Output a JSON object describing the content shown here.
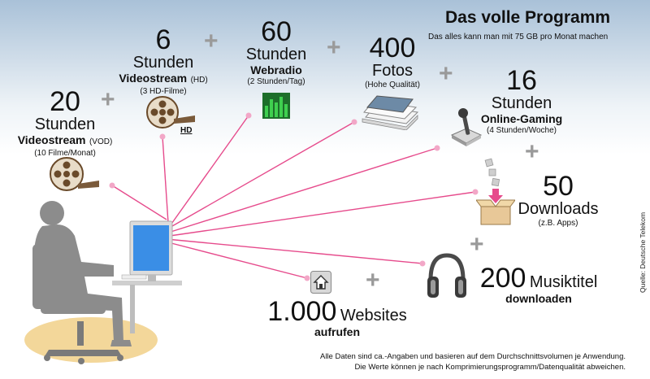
{
  "header": {
    "title": "Das volle Programm",
    "subtitle": "Das alles kann man mit 75 GB pro Monat machen"
  },
  "items": {
    "vod": {
      "number": "20",
      "unit": "Stunden",
      "label_bold": "Videostream",
      "label_extra": "(VOD)",
      "detail": "(10 Filme/Monat)"
    },
    "hd": {
      "number": "6",
      "unit": "Stunden",
      "label_bold": "Videostream",
      "label_extra": "(HD)",
      "detail": "(3 HD-Filme)"
    },
    "radio": {
      "number": "60",
      "unit": "Stunden",
      "label_bold": "Webradio",
      "detail": "(2 Stunden/Tag)"
    },
    "photos": {
      "number": "400",
      "unit": "Fotos",
      "detail": "(Hohe Qualität)"
    },
    "gaming": {
      "number": "16",
      "unit": "Stunden",
      "label_bold": "Online-Gaming",
      "detail": "(4 Stunden/Woche)"
    },
    "downloads": {
      "number": "50",
      "unit": "Downloads",
      "detail": "(z.B. Apps)"
    },
    "music": {
      "number": "200",
      "unit": "Musiktitel",
      "label_bold": "downloaden"
    },
    "websites": {
      "number": "1.000",
      "unit": "Websites",
      "label_bold": "aufrufen"
    }
  },
  "plus_sign": "+",
  "hd_badge": "HD",
  "footnote": {
    "line1": "Alle Daten sind ca.-Angaben und basieren auf dem Durchschnittsvolumen je Anwendung.",
    "line2": "Die Werte können je nach Komprimierungsprogramm/Datenqualität abweichen."
  },
  "source": "Quelle: Deutsche Telekom",
  "colors": {
    "connector": "#e64b8c",
    "plus": "#9a9a9a",
    "silhouette": "#8c8c8c",
    "floor": "#f3d79a",
    "screen": "#3a8ee6",
    "equalizer": "#2aa83a"
  },
  "icons": [
    "film-reel-icon",
    "film-reel-hd-icon",
    "equalizer-icon",
    "photo-stack-icon",
    "joystick-icon",
    "download-box-icon",
    "headphones-icon",
    "home-icon",
    "person-at-computer-illustration"
  ]
}
